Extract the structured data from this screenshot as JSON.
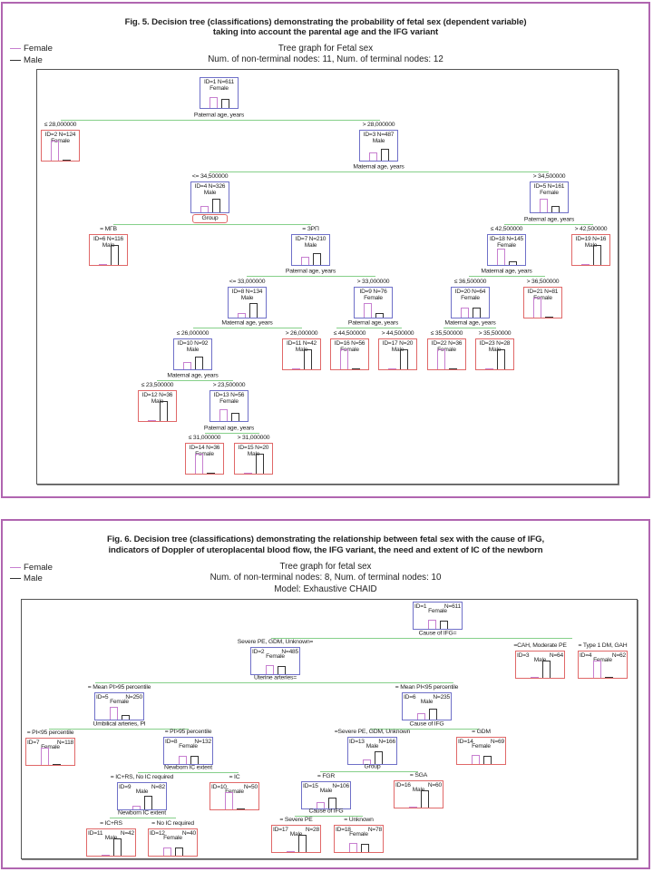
{
  "colors": {
    "female": "#c77fd0",
    "male": "#333333",
    "nonterminal": "#6f70c8",
    "terminal": "#e06868",
    "branch": "#86d08a",
    "frame": "#b065b0"
  },
  "figures": [
    {
      "title": [
        "Fig. 5. Decision tree (classifications) demonstrating the probability of fetal sex (dependent variable)",
        "taking into account the parental age and the IFG variant"
      ],
      "legend": [
        {
          "label": "Female",
          "color": "#c77fd0"
        },
        {
          "label": "Male",
          "color": "#333333"
        }
      ],
      "graph_title": [
        "Tree graph for Fetal sex",
        "Num. of non-terminal nodes: 11, Num. of terminal nodes: 12"
      ],
      "nodes": [
        {
          "id": "1",
          "header": "ID=1 N=611",
          "cls": "Female",
          "female": 0.53,
          "male": 0.47,
          "split": "Paternal age, years"
        },
        {
          "id": "2",
          "header": "ID=2 N=124",
          "cls": "Female",
          "female": 0.98,
          "male": 0.02,
          "thr": "≤ 28,000000"
        },
        {
          "id": "3",
          "header": "ID=3 N=487",
          "cls": "Male",
          "female": 0.42,
          "male": 0.58,
          "thr": "> 28,000000",
          "split": "Maternal age, years"
        },
        {
          "id": "4",
          "header": "ID=4 N=326",
          "cls": "Male",
          "female": 0.3,
          "male": 0.7,
          "thr": "<= 34,500000",
          "split": "Group"
        },
        {
          "id": "5",
          "header": "ID=5 N=161",
          "cls": "Female",
          "female": 0.7,
          "male": 0.3,
          "thr": "> 34,500000",
          "split": "Paternal age, years"
        },
        {
          "id": "6",
          "header": "ID=6 N=116",
          "cls": "Male",
          "female": 0.02,
          "male": 0.98,
          "thr": "= МГВ"
        },
        {
          "id": "7",
          "header": "ID=7 N=210",
          "cls": "Male",
          "female": 0.43,
          "male": 0.57,
          "thr": "= ЗРП",
          "split": "Paternal age, years"
        },
        {
          "id": "18",
          "header": "ID=18 N=145",
          "cls": "Female",
          "female": 0.8,
          "male": 0.2,
          "thr": "≤ 42,500000",
          "split": "Maternal age, years"
        },
        {
          "id": "19",
          "header": "ID=19 N=16",
          "cls": "Male",
          "female": 0.02,
          "male": 0.98,
          "thr": "> 42,500000"
        },
        {
          "id": "8",
          "header": "ID=8 N=134",
          "cls": "Male",
          "female": 0.25,
          "male": 0.75,
          "thr": "<= 33,000000",
          "split": "Maternal age, years"
        },
        {
          "id": "9",
          "header": "ID=9 N=76",
          "cls": "Female",
          "female": 0.75,
          "male": 0.25,
          "thr": "> 33,000000",
          "split": "Paternal age, years"
        },
        {
          "id": "20",
          "header": "ID=20 N=64",
          "cls": "Female",
          "female": 0.52,
          "male": 0.48,
          "thr": "≤ 36,500000",
          "split": "Maternal age, years"
        },
        {
          "id": "21",
          "header": "ID=21 N=81",
          "cls": "Female",
          "female": 0.98,
          "male": 0.02,
          "thr": "> 36,500000"
        },
        {
          "id": "10",
          "header": "ID=10 N=92",
          "cls": "Male",
          "female": 0.35,
          "male": 0.65,
          "thr": "≤ 26,000000",
          "split": "Maternal age, years"
        },
        {
          "id": "11",
          "header": "ID=11 N=42",
          "cls": "Male",
          "female": 0.02,
          "male": 0.98,
          "thr": "> 26,000000"
        },
        {
          "id": "16",
          "header": "ID=16 N=56",
          "cls": "Female",
          "female": 0.98,
          "male": 0.02,
          "thr": "≤ 44,500000"
        },
        {
          "id": "17",
          "header": "ID=17 N=20",
          "cls": "Male",
          "female": 0.02,
          "male": 0.98,
          "thr": "> 44,500000"
        },
        {
          "id": "22",
          "header": "ID=22 N=36",
          "cls": "Female",
          "female": 0.98,
          "male": 0.02,
          "thr": "≤ 35,500000"
        },
        {
          "id": "23",
          "header": "ID=23 N=28",
          "cls": "Male",
          "female": 0.02,
          "male": 0.98,
          "thr": "> 35,500000"
        },
        {
          "id": "12",
          "header": "ID=12 N=36",
          "cls": "Male",
          "female": 0.02,
          "male": 0.98,
          "thr": "≤ 23,500000"
        },
        {
          "id": "13",
          "header": "ID=13 N=56",
          "cls": "Female",
          "female": 0.6,
          "male": 0.4,
          "thr": "> 23,500000",
          "split": "Paternal age, years"
        },
        {
          "id": "14",
          "header": "ID=14 N=36",
          "cls": "Female",
          "female": 0.98,
          "male": 0.02,
          "thr": "≤ 31,000000"
        },
        {
          "id": "15",
          "header": "ID=15 N=20",
          "cls": "Male",
          "female": 0.02,
          "male": 0.98,
          "thr": "> 31,000000"
        }
      ]
    },
    {
      "title": [
        "Fig. 6. Decision tree (classifications) demonstrating the relationship between fetal sex with the cause of IFG,",
        "indicators of Doppler of uteroplacental blood flow, the IFG variant, the need and extent of IC of the newborn"
      ],
      "legend": [
        {
          "label": "Female",
          "color": "#c77fd0"
        },
        {
          "label": "Male",
          "color": "#333333"
        }
      ],
      "graph_title": [
        "Tree graph for fetal sex",
        "Num. of non-terminal nodes: 8, Num. of terminal nodes: 10",
        "Model: Exhaustive CHAID"
      ],
      "nodes": [
        {
          "id": "1",
          "hid": "ID=1",
          "hn": "N=611",
          "cls": "Female",
          "female": 0.52,
          "male": 0.48,
          "split": "Cause of IFG="
        },
        {
          "id": "2",
          "hid": "ID=2",
          "hn": "N=485",
          "cls": "Female",
          "female": 0.52,
          "male": 0.48,
          "thr": "Severe PE, GDM, Unknown=",
          "split": "Uterine arteries="
        },
        {
          "id": "3",
          "hid": "ID=3",
          "hn": "N=64",
          "cls": "Male",
          "female": 0.02,
          "male": 0.98,
          "thr": "=CAH, Moderate PE"
        },
        {
          "id": "4",
          "hid": "ID=4",
          "hn": "N=62",
          "cls": "Female",
          "female": 0.98,
          "male": 0.02,
          "thr": "= Type 1 DM, GAH"
        },
        {
          "id": "5",
          "hid": "ID=5",
          "hn": "N=250",
          "cls": "Female",
          "female": 0.72,
          "male": 0.28,
          "thr": "= Mean PI>95 percentile",
          "split": "Umbilical arteries, PI"
        },
        {
          "id": "6",
          "hid": "ID=6",
          "hn": "N=235",
          "cls": "Male",
          "female": 0.35,
          "male": 0.65,
          "thr": "= Mean PI<95 percentile",
          "split": "Cause of IFG"
        },
        {
          "id": "7",
          "hid": "ID=7",
          "hn": "N=118",
          "cls": "Female",
          "female": 0.98,
          "male": 0.02,
          "thr": "= PI<95 percentile"
        },
        {
          "id": "8",
          "hid": "ID=8",
          "hn": "N=132",
          "cls": "Female",
          "female": 0.5,
          "male": 0.5,
          "thr": "= PI>95 percentile",
          "split": "Newborn IC extent"
        },
        {
          "id": "13",
          "hid": "ID=13",
          "hn": "N=166",
          "cls": "Male",
          "female": 0.25,
          "male": 0.75,
          "thr": "=Severe PE, GDM, Unknown",
          "split": "Group"
        },
        {
          "id": "14",
          "hid": "ID=14",
          "hn": "N=69",
          "cls": "Female",
          "female": 0.55,
          "male": 0.45,
          "thr": "= GDM"
        },
        {
          "id": "9",
          "hid": "ID=9",
          "hn": "N=82",
          "cls": "Male",
          "female": 0.2,
          "male": 0.8,
          "thr": "= IC+RS, No IC required",
          "split": "Newborn IC extent"
        },
        {
          "id": "10",
          "hid": "ID=10",
          "hn": "N=50",
          "cls": "Female",
          "female": 0.98,
          "male": 0.02,
          "thr": "= IC"
        },
        {
          "id": "15",
          "hid": "ID=15",
          "hn": "N=106",
          "cls": "Male",
          "female": 0.35,
          "male": 0.65,
          "thr": "= FGR",
          "split": "Cause of IFG"
        },
        {
          "id": "16",
          "hid": "ID=16",
          "hn": "N=60",
          "cls": "Male",
          "female": 0.02,
          "male": 0.98,
          "thr": "= SGA"
        },
        {
          "id": "11",
          "hid": "ID=11",
          "hn": "N=42",
          "cls": "Male",
          "female": 0.02,
          "male": 0.98,
          "thr": "= IC+RS"
        },
        {
          "id": "12",
          "hid": "ID=12",
          "hn": "N=40",
          "cls": "Female",
          "female": 0.5,
          "male": 0.5,
          "thr": "= No IC required"
        },
        {
          "id": "17",
          "hid": "ID=17",
          "hn": "N=28",
          "cls": "Male",
          "female": 0.02,
          "male": 0.98,
          "thr": "= Severe PE"
        },
        {
          "id": "18",
          "hid": "ID=18",
          "hn": "N=78",
          "cls": "Female",
          "female": 0.55,
          "male": 0.45,
          "thr": "= Unknown"
        }
      ]
    }
  ]
}
